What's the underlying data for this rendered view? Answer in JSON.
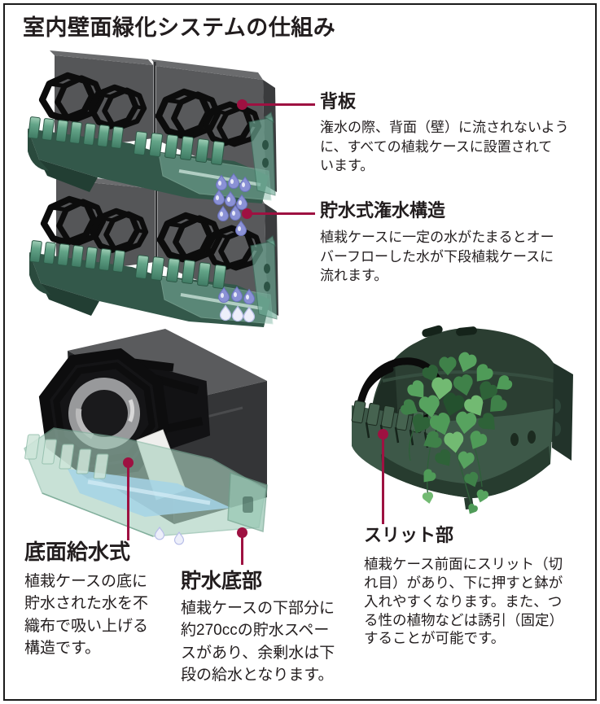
{
  "page": {
    "title": "室内壁面緑化システムの仕組み",
    "accent_color": "#9e1141",
    "text_color": "#221d1e",
    "border_color": "#1a1a1a",
    "background": "#ffffff"
  },
  "annotations": [
    {
      "id": "back-plate",
      "heading": "背板",
      "body": "潅水の際、背面（壁）に流されないよう\nに、すべての植栽ケースに設置されて\nいます。"
    },
    {
      "id": "storage-irrigation",
      "heading": "貯水式潅水構造",
      "body": "植栽ケースに一定の水がたまるとオー\nバーフローした水が下段植栽ケースに\n流れます。"
    },
    {
      "id": "bottom-watering",
      "heading": "底面給水式",
      "body": "植栽ケースの底に\n貯水された水を不\n織布で吸い上げる\n構造です。"
    },
    {
      "id": "water-storage-bottom",
      "heading": "貯水底部",
      "body": "植栽ケースの下部分に\n約270ccの貯水スペー\nスがあり、余剰水は下\n段の給水となります。"
    },
    {
      "id": "slit-section",
      "heading": "スリット部",
      "body": "植栽ケース前面にスリット（切\nれ目）があり、下に押すと鉢が\n入れやすくなります。また、つ\nる性の植物などは誘引（固定）\nすることが可能です。"
    }
  ],
  "illustrations": [
    {
      "id": "wall-system",
      "description": "壁面に並ぶ植栽ケース（2段）と水滴"
    },
    {
      "id": "case-cross-section",
      "description": "植栽ケース断面（鉢・貯水トレー・不織布）"
    },
    {
      "id": "planted-case",
      "description": "植物（ツタ）が入った植栽ケース前面"
    }
  ],
  "colors": {
    "accent": "#9e1141",
    "panel_gray": "#58595b",
    "tray_green": "#5fa287",
    "case_dark_green": "#3d5848",
    "water_blue": "#a4d4e6",
    "droplet_blue": "#8a91d5",
    "leaf_green": "#4f9b58"
  }
}
